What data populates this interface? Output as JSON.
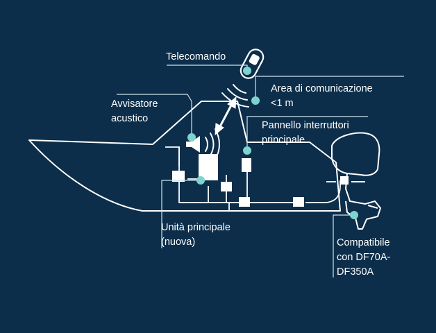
{
  "colors": {
    "background": "#0c2e4a",
    "line": "#ffffff",
    "accent": "#7fd3cf",
    "leader": "#cfe4ee"
  },
  "labels": {
    "remote": "Telecomando",
    "comm_area": [
      "Area di comunicazione",
      "<1 m"
    ],
    "buzzer": [
      "Avvisatore",
      "acustico"
    ],
    "main_switch_panel": [
      "Pannello interruttori",
      "principale"
    ],
    "main_unit": [
      "Unità principale",
      "(nuova)"
    ],
    "compatible": [
      "Compatibile",
      "con DF70A-",
      "DF350A"
    ]
  },
  "icons": [
    "remote-key-fob-icon",
    "signal-waves-icon",
    "double-arrow-icon",
    "buzzer-icon",
    "outboard-motor-icon"
  ]
}
